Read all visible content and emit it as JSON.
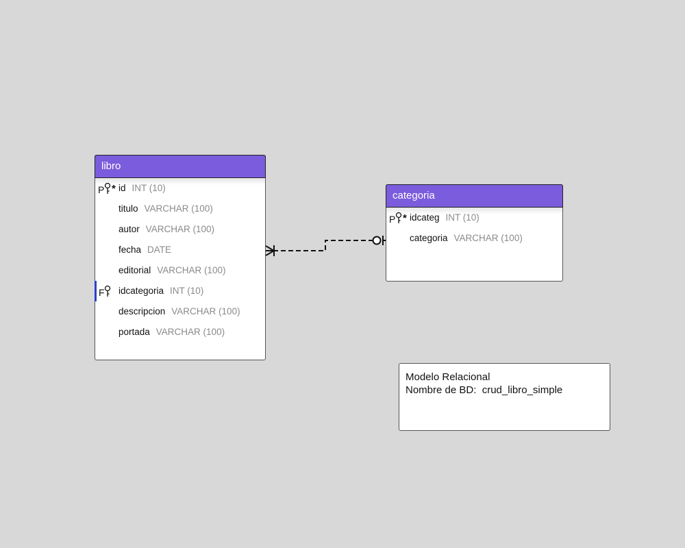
{
  "colors": {
    "canvas": "#d8d8d8",
    "entity_header": "#7b5cdc",
    "attribute_type": "#8a8a8a",
    "fk_marker": "#2c3fcf"
  },
  "entities": [
    {
      "name": "libro",
      "attributes": [
        {
          "name": "id",
          "type": "INT (10)",
          "key": "PK",
          "key_icon": "primary-key-icon"
        },
        {
          "name": "titulo",
          "type": "VARCHAR (100)",
          "key": ""
        },
        {
          "name": "autor",
          "type": "VARCHAR (100)",
          "key": ""
        },
        {
          "name": "fecha",
          "type": "DATE",
          "key": ""
        },
        {
          "name": "editorial",
          "type": "VARCHAR (100)",
          "key": ""
        },
        {
          "name": "idcategoria",
          "type": "INT (10)",
          "key": "FK",
          "key_icon": "foreign-key-icon"
        },
        {
          "name": "descripcion",
          "type": "VARCHAR (100)",
          "key": ""
        },
        {
          "name": "portada",
          "type": "VARCHAR (100)",
          "key": ""
        }
      ]
    },
    {
      "name": "categoria",
      "attributes": [
        {
          "name": "idcateg",
          "type": "INT (10)",
          "key": "PK",
          "key_icon": "primary-key-icon"
        },
        {
          "name": "categoria",
          "type": "VARCHAR (100)",
          "key": ""
        }
      ]
    }
  ],
  "relationship": {
    "from": "libro",
    "to": "categoria",
    "from_cardinality": "one-or-many",
    "to_cardinality": "zero-or-one",
    "line_style": "dashed"
  },
  "note": {
    "line1": "Modelo Relacional",
    "line2": "Nombre de BD:  crud_libro_simple"
  }
}
